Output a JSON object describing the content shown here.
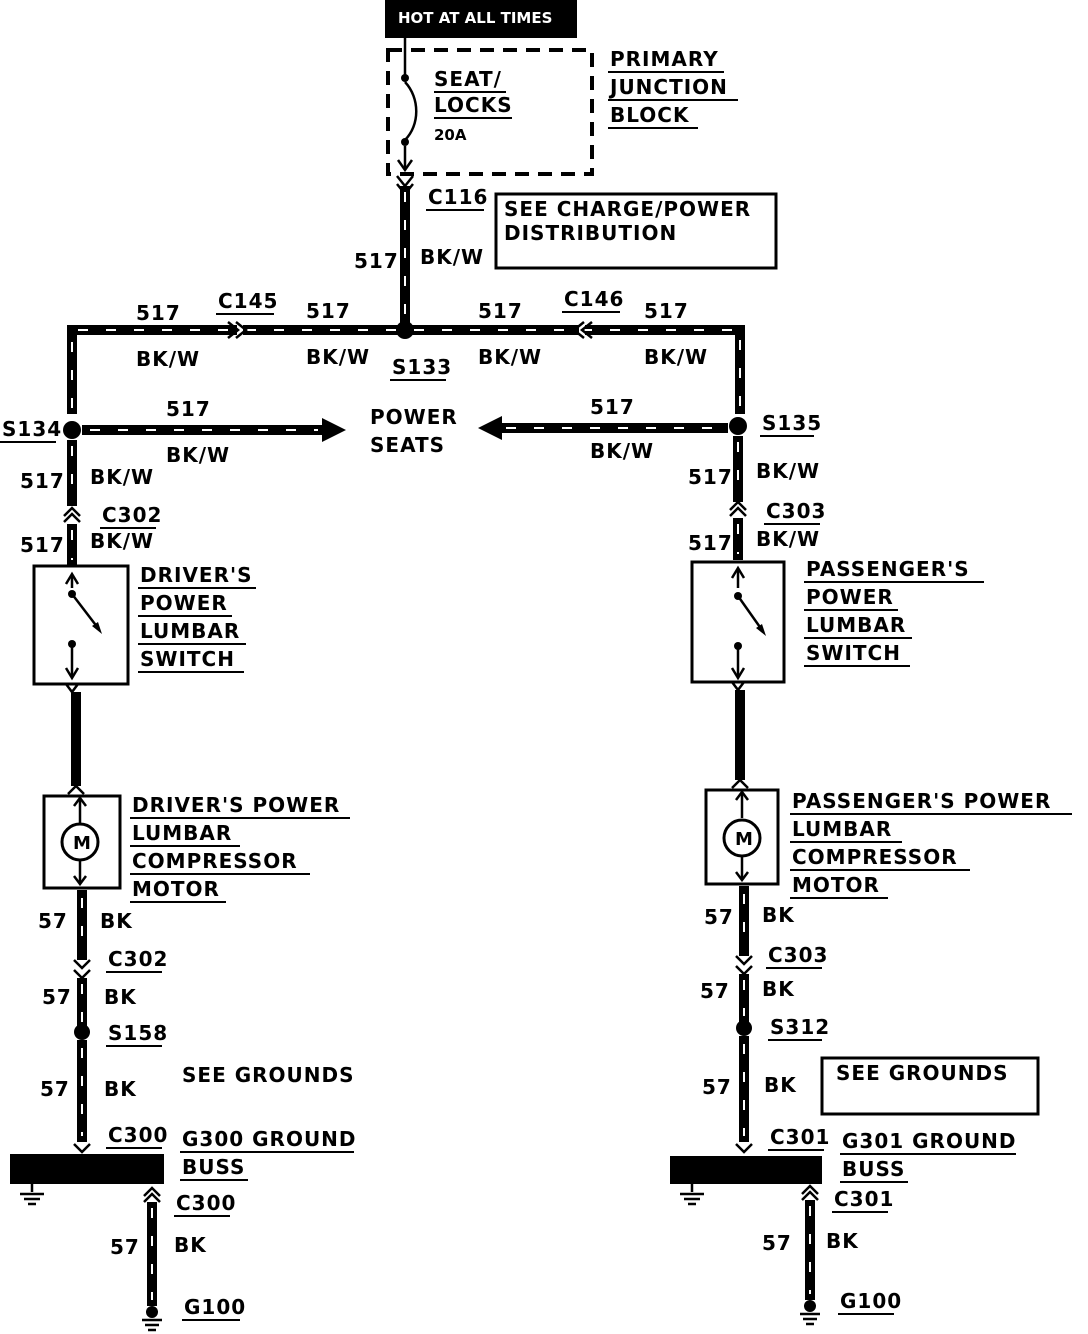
{
  "header": {
    "hot_label": "HOT AT ALL TIMES"
  },
  "fuse": {
    "name_line1": "SEAT/",
    "name_line2": "LOCKS",
    "rating": "20A"
  },
  "junction_block": {
    "line1": "PRIMARY",
    "line2": "JUNCTION",
    "line3": "BLOCK"
  },
  "see_charge": {
    "line1": "SEE CHARGE/POWER",
    "line2": "DISTRIBUTION"
  },
  "power_seats": {
    "line1": "POWER",
    "line2": "SEATS"
  },
  "connectors": {
    "c116": "C116",
    "c145": "C145",
    "c146": "C146",
    "c302": "C302",
    "c303": "C303",
    "c300": "C300",
    "c301": "C301"
  },
  "splices": {
    "s133": "S133",
    "s134": "S134",
    "s135": "S135",
    "s158": "S158",
    "s312": "S312"
  },
  "grounds": {
    "g100": "G100"
  },
  "wires": {
    "circuit_517": "517",
    "color_bkw": "BK/W",
    "circuit_57": "57",
    "color_bk": "BK"
  },
  "driver_switch": {
    "line1": "DRIVER'S",
    "line2": "POWER",
    "line3": "LUMBAR",
    "line4": "SWITCH"
  },
  "passenger_switch": {
    "line1": "PASSENGER'S",
    "line2": "POWER",
    "line3": "LUMBAR",
    "line4": "SWITCH"
  },
  "driver_motor": {
    "line1": "DRIVER'S POWER",
    "line2": "LUMBAR",
    "line3": "COMPRESSOR",
    "line4": "MOTOR",
    "symbol": "M"
  },
  "passenger_motor": {
    "line1": "PASSENGER'S POWER",
    "line2": "LUMBAR",
    "line3": "COMPRESSOR",
    "line4": "MOTOR",
    "symbol": "M"
  },
  "see_grounds": {
    "left": "SEE GROUNDS",
    "right": "SEE GROUNDS"
  },
  "g300_buss": {
    "line1": "G300 GROUND",
    "line2": "BUSS"
  },
  "g301_buss": {
    "line1": "G301 GROUND",
    "line2": "BUSS"
  },
  "icons": {
    "ground": "ground-icon",
    "motor": "motor-icon",
    "switch": "switch-icon",
    "fuse": "fuse-icon",
    "connector": "connector-icon"
  }
}
